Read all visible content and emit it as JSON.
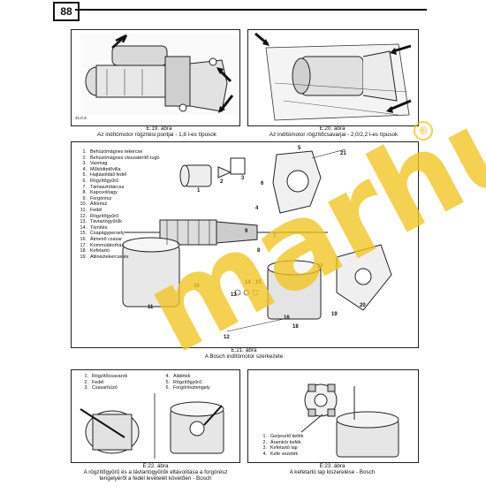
{
  "page_number": "88",
  "figure19": {
    "caption_title": "E:19. ábra",
    "caption_text": "Az indítómotor rögzítési pontjai - 1,8 l-es típusok",
    "corner_code": "21.0.S"
  },
  "figure20": {
    "caption_title": "E:20. ábra",
    "caption_text": "Az indítómotor rögzítőcsavarjai - 2,0/2,2 l-es típusok"
  },
  "figure21": {
    "caption_title": "E:21. ábra",
    "caption_text": "A Bosch indítómotor szerkezete",
    "legend": [
      {
        "n": "1.",
        "label": "Behúzómágnes tekercse"
      },
      {
        "n": "2.",
        "label": "Behúzómágnes visszatérítő rugó"
      },
      {
        "n": "3.",
        "label": "Vasmag"
      },
      {
        "n": "4.",
        "label": "Működtetővilla"
      },
      {
        "n": "5.",
        "label": "Hajtásoldali fedél"
      },
      {
        "n": "6.",
        "label": "Rögzítőgyűrű"
      },
      {
        "n": "7.",
        "label": "Támasztótárcsa"
      },
      {
        "n": "8.",
        "label": "Kapcsolóagy"
      },
      {
        "n": "9.",
        "label": "Forgórész"
      },
      {
        "n": "10.",
        "label": "Állórész"
      },
      {
        "n": "11.",
        "label": "Fedél"
      },
      {
        "n": "12.",
        "label": "Rögzítőgyűrű"
      },
      {
        "n": "13.",
        "label": "Távtartógyűrűk"
      },
      {
        "n": "14.",
        "label": "Tömítés"
      },
      {
        "n": "15.",
        "label": "Csapágypersely"
      },
      {
        "n": "16.",
        "label": "Átmenő csavar"
      },
      {
        "n": "17.",
        "label": "Kommutátorház"
      },
      {
        "n": "18.",
        "label": "Kefetartó"
      },
      {
        "n": "19.",
        "label": "Átlinéztekercselés"
      }
    ],
    "callouts": [
      "1",
      "2",
      "3",
      "4",
      "5",
      "6",
      "7",
      "8",
      "9",
      "10",
      "11",
      "12",
      "13",
      "14",
      "15",
      "16",
      "17",
      "18",
      "19",
      "20",
      "21"
    ]
  },
  "figure22": {
    "caption_title": "E:22. ábra",
    "caption_text_1": "A rögzítőgyűrű és a távtartógyűrűk eltávolítása a forgórész",
    "caption_text_2": "tengelyéről a fedél levételét követően - Bosch",
    "legend_left": [
      {
        "n": "1.",
        "label": "Rögzítőcsavarok"
      },
      {
        "n": "2.",
        "label": "Fedél"
      },
      {
        "n": "3.",
        "label": "Csavarhúzó"
      }
    ],
    "legend_right": [
      {
        "n": "4.",
        "label": "Alátétek"
      },
      {
        "n": "5.",
        "label": "Rögzítőgyűrű"
      },
      {
        "n": "6.",
        "label": "Forgórésztengely"
      }
    ]
  },
  "figure23": {
    "caption_title": "E:23. ábra",
    "caption_text": "A kefetartó lap kiszerelése - Bosch",
    "legend": [
      {
        "n": "1.",
        "label": "Gerjesztő kefék"
      },
      {
        "n": "2.",
        "label": "Áramkör kefék"
      },
      {
        "n": "3.",
        "label": "Kefetartó lap"
      },
      {
        "n": "4.",
        "label": "Kefe vezeték"
      }
    ]
  },
  "watermark": {
    "text": "marhu",
    "registered_mark": "®"
  }
}
